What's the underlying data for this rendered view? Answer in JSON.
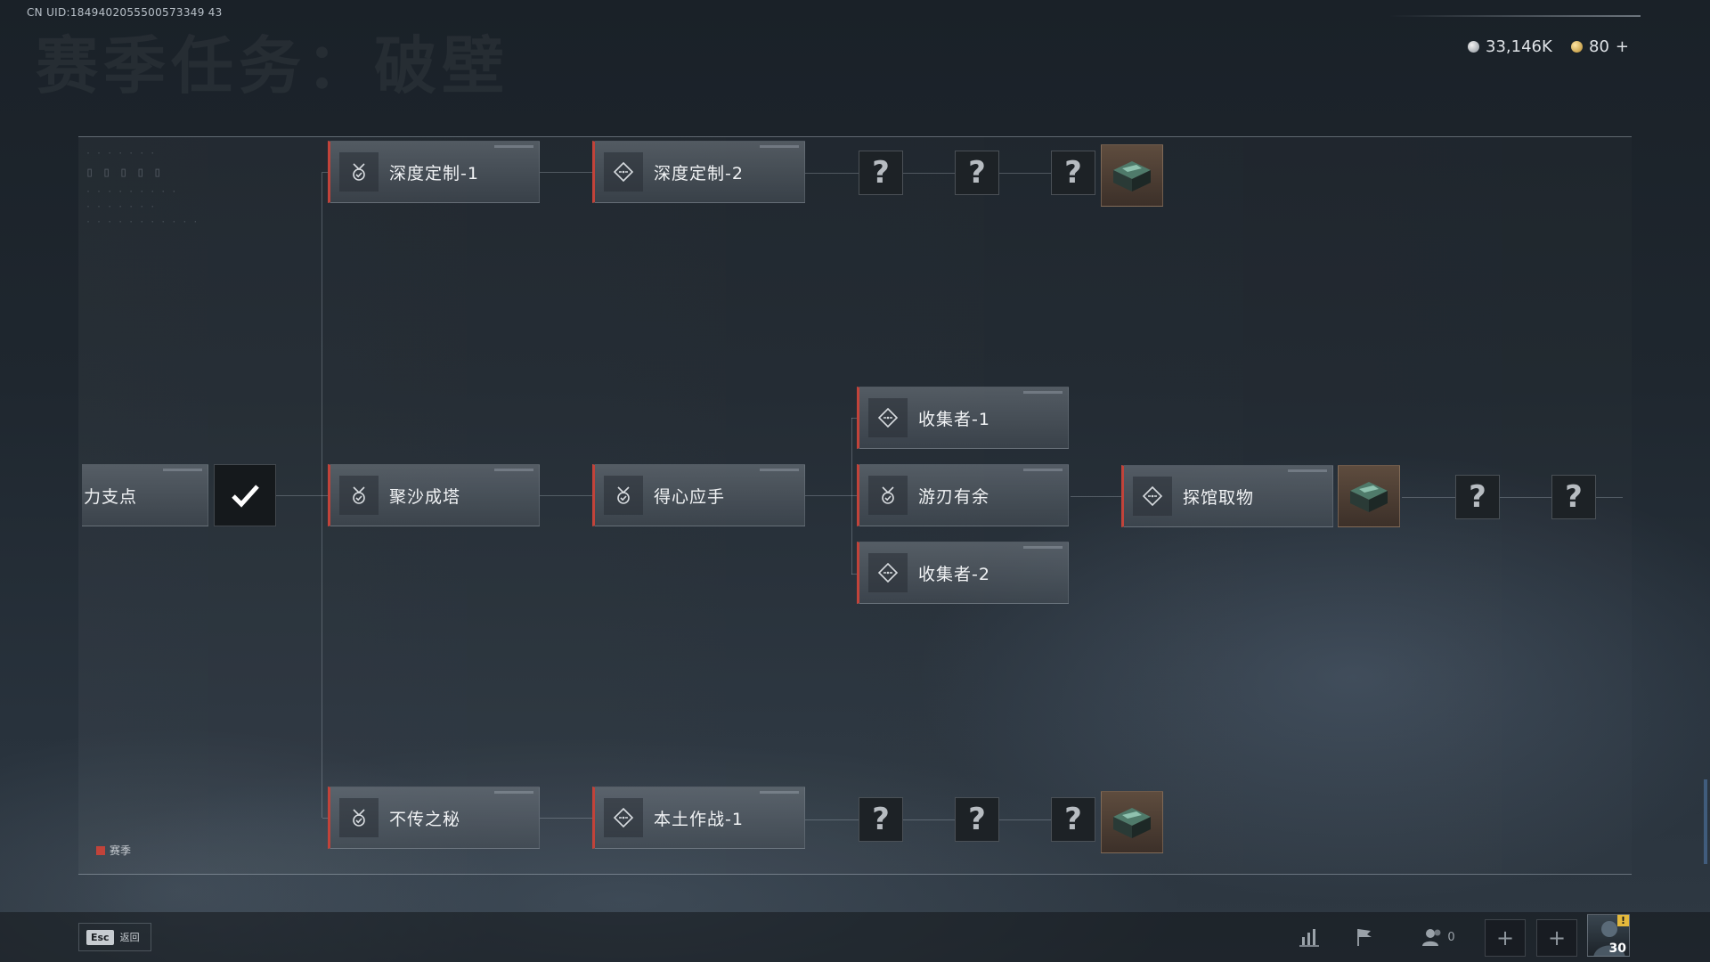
{
  "header": {
    "uid_text": "CN UID:1849402055500573349 43",
    "title": "赛季任务：破壁"
  },
  "currency": {
    "silver": "33,146K",
    "gold": "80",
    "gold_add": "+"
  },
  "tasks": {
    "deep_custom_1": "深度定制-1",
    "deep_custom_2": "深度定制-2",
    "pivot_partial": "力支点",
    "sand_tower": "聚沙成塔",
    "handy": "得心应手",
    "collector_1": "收集者-1",
    "ample_room": "游刃有余",
    "collector_2": "收集者-2",
    "explore_take": "探馆取物",
    "secret": "不传之秘",
    "native_op_1": "本土作战-1"
  },
  "unknown_mark": "?",
  "legend": {
    "label": "赛季",
    "color": "#c1433a"
  },
  "footer": {
    "esc_key": "Esc",
    "esc_label": "返回",
    "friends_count": "0",
    "add_symbol": "+",
    "avatar_level": "30",
    "avatar_badge": "!"
  },
  "colors": {
    "accent_red": "#c1433a",
    "reward_bg": "#5e4c3e",
    "unknown_bg": "#1d2226"
  },
  "icons": [
    "medal-check-icon",
    "diamond-target-icon",
    "check-icon",
    "question-mark",
    "crate-icon",
    "bar-chart-icon",
    "flag-icon",
    "friends-icon",
    "plus-icon"
  ]
}
